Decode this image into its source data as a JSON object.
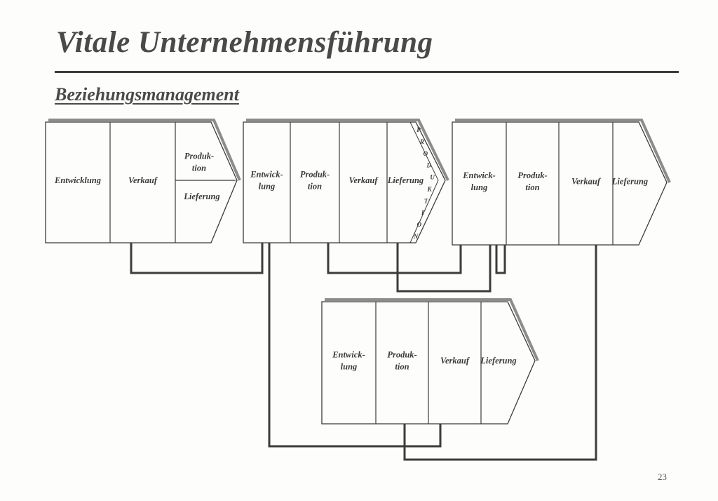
{
  "header": {
    "title": "Vitale Unternehmensführung",
    "subtitle": "Beziehungsmanagement"
  },
  "page_number": "23",
  "colors": {
    "ink": "#3a3a3a",
    "rule": "#3c3c3c",
    "shadow": "#8c8c8c",
    "paper": "#fdfdfb"
  },
  "chains": [
    {
      "id": "chain-1",
      "segments": [
        {
          "id": "entwicklung",
          "lines": [
            "Entwicklung"
          ]
        },
        {
          "id": "verkauf",
          "lines": [
            "Verkauf"
          ]
        },
        {
          "id": "produktion",
          "lines": [
            "Produk-",
            "tion"
          ]
        },
        {
          "id": "lieferung",
          "lines": [
            "Lieferung"
          ]
        }
      ]
    },
    {
      "id": "chain-2",
      "segments": [
        {
          "id": "entwicklung",
          "lines": [
            "Entwick-",
            "lung"
          ]
        },
        {
          "id": "produktion",
          "lines": [
            "Produk-",
            "tion"
          ]
        },
        {
          "id": "verkauf",
          "lines": [
            "Verkauf"
          ]
        },
        {
          "id": "lieferung",
          "lines": [
            "Lieferung"
          ]
        }
      ],
      "vertical_label": "PRODUKTION"
    },
    {
      "id": "chain-3",
      "segments": [
        {
          "id": "entwicklung",
          "lines": [
            "Entwick-",
            "lung"
          ]
        },
        {
          "id": "produktion",
          "lines": [
            "Produk-",
            "tion"
          ]
        },
        {
          "id": "verkauf",
          "lines": [
            "Verkauf"
          ]
        },
        {
          "id": "lieferung",
          "lines": [
            "Lieferung"
          ]
        }
      ]
    },
    {
      "id": "chain-4",
      "segments": [
        {
          "id": "entwicklung",
          "lines": [
            "Entwick-",
            "lung"
          ]
        },
        {
          "id": "produktion",
          "lines": [
            "Produk-",
            "tion"
          ]
        },
        {
          "id": "verkauf",
          "lines": [
            "Verkauf"
          ]
        },
        {
          "id": "lieferung",
          "lines": [
            "Lieferung"
          ]
        }
      ]
    }
  ]
}
